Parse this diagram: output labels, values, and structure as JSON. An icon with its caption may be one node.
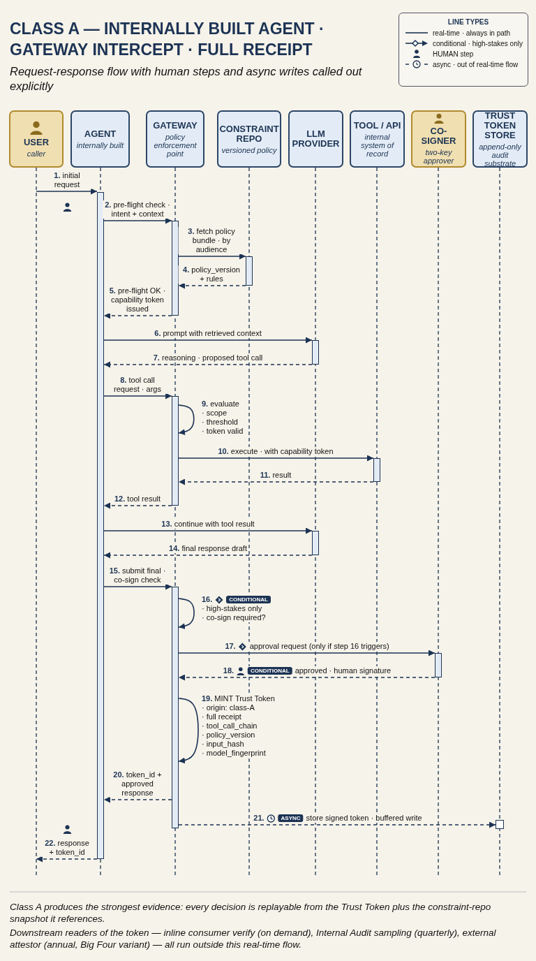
{
  "diagram": {
    "title": "CLASS A — INTERNALLY BUILT AGENT · GATEWAY INTERCEPT · FULL RECEIPT",
    "nodes": [
      {
        "text": [
          "USER",
          "caller"
        ]
      },
      {
        "text": [
          "AGENT",
          "internally built"
        ]
      },
      {
        "text": [
          "GATEWAY",
          "policy enforcement point"
        ]
      },
      {
        "text": [
          "CONSTRAINT REPO",
          "versioned policy"
        ]
      },
      {
        "text": [
          "LLM PROVIDER"
        ]
      },
      {
        "text": [
          "TOOL / API",
          "internal system of record"
        ]
      },
      {
        "text": [
          "CO-SIGNER",
          "two-key approver"
        ]
      },
      {
        "text": [
          "TRUST TOKEN STORE",
          "append-only audit substrate"
        ]
      },
      {
        "text": [],
        "shape": "bar"
      },
      {
        "text": [],
        "shape": "bar"
      },
      {
        "text": [],
        "shape": "bar"
      },
      {
        "text": [],
        "shape": "bar"
      },
      {
        "text": [],
        "shape": "bar"
      },
      {
        "text": [],
        "shape": "bar"
      },
      {
        "text": [],
        "shape": "bar"
      },
      {
        "text": [],
        "shape": "bar"
      },
      {
        "text": [],
        "shape": "bar"
      },
      {
        "text": [],
        "shape": "box"
      }
    ],
    "edges": [
      {
        "from": 0,
        "to": 8,
        "arrow": "to",
        "label": "**1.** initial request"
      },
      {
        "from": 8,
        "to": 9,
        "arrow": "to",
        "label": "**2.** pre-flight check · intent + context"
      },
      {
        "from": 9,
        "to": 10,
        "arrow": "to",
        "label": "**3.** fetch policy bundle · by audience"
      },
      {
        "from": 10,
        "to": 9,
        "arrow": "to",
        "label": "**4.** policy_version + rules",
        "style": "dashed"
      },
      {
        "from": 9,
        "to": 8,
        "arrow": "to",
        "label": "**5.** pre-flight OK · capability token issued",
        "style": "dashed"
      },
      {
        "from": 8,
        "to": 11,
        "arrow": "to",
        "label": "**6.** prompt with retrieved context"
      },
      {
        "from": 11,
        "to": 8,
        "arrow": "to",
        "label": "**7.** reasoning · proposed tool call",
        "style": "dashed"
      },
      {
        "from": 8,
        "to": 12,
        "arrow": "to",
        "label": "**8.** tool call request · args"
      },
      {
        "from": 12,
        "to": 12,
        "arrow": "to",
        "label": "**9.** evaluate · scope · threshold · token valid"
      },
      {
        "from": 12,
        "to": 13,
        "arrow": "to",
        "label": "**10.** execute · with capability token"
      },
      {
        "from": 13,
        "to": 12,
        "arrow": "to",
        "label": "**11.** result",
        "style": "dashed"
      },
      {
        "from": 12,
        "to": 8,
        "arrow": "to",
        "label": "**12.** tool result",
        "style": "dashed"
      },
      {
        "from": 8,
        "to": 14,
        "arrow": "to",
        "label": "**13.** continue with tool result"
      },
      {
        "from": 14,
        "to": 8,
        "arrow": "to",
        "label": "**14.** final response draft",
        "style": "dashed"
      },
      {
        "from": 8,
        "to": 15,
        "arrow": "to",
        "label": "**15.** submit final · co-sign check"
      },
      {
        "from": 15,
        "to": 15,
        "arrow": "to",
        "label": "**16.** CONDITIONAL · high-stakes only · co-sign required?"
      },
      {
        "from": 15,
        "to": 16,
        "arrow": "to",
        "label": "**17.** approval request (only if step 16 triggers)"
      },
      {
        "from": 16,
        "to": 15,
        "arrow": "to",
        "label": "**18.** CONDITIONAL approved · human signature",
        "style": "dashed"
      },
      {
        "from": 15,
        "to": 15,
        "arrow": "to",
        "label": "**19.** MINT Trust Token · origin: class-A · full receipt · tool_call_chain · policy_version · input_hash · model_fingerprint"
      },
      {
        "from": 15,
        "to": 8,
        "arrow": "to",
        "label": "**20.** token_id + approved response",
        "style": "dashed"
      },
      {
        "from": 15,
        "to": 17,
        "arrow": "to",
        "label": "**21.** ASYNC store signed token · buffered write",
        "style": "dashed"
      },
      {
        "from": 8,
        "to": null,
        "arrow": "to",
        "label": "**22.** response + token_id",
        "style": "dashed"
      }
    ],
    "labels": [
      "Request-response flow with human steps and async writes called out explicitly",
      "LINE TYPES",
      "Class A produces the strongest evidence: every decision is replayable from the Trust Token plus the constraint-repo snapshot it references.",
      "Downstream readers of the token — inline consumer verify (on demand), Internal Audit sampling (quarterly), external attestor (annual, Big Four variant) — all run outside this real-time flow."
    ],
    "legend": [
      {
        "text": "real-time · always in path"
      },
      {
        "text": "conditional · high-stakes only"
      },
      {
        "text": "HUMAN step"
      },
      {
        "text": "async · out of real-time flow"
      }
    ]
  }
}
